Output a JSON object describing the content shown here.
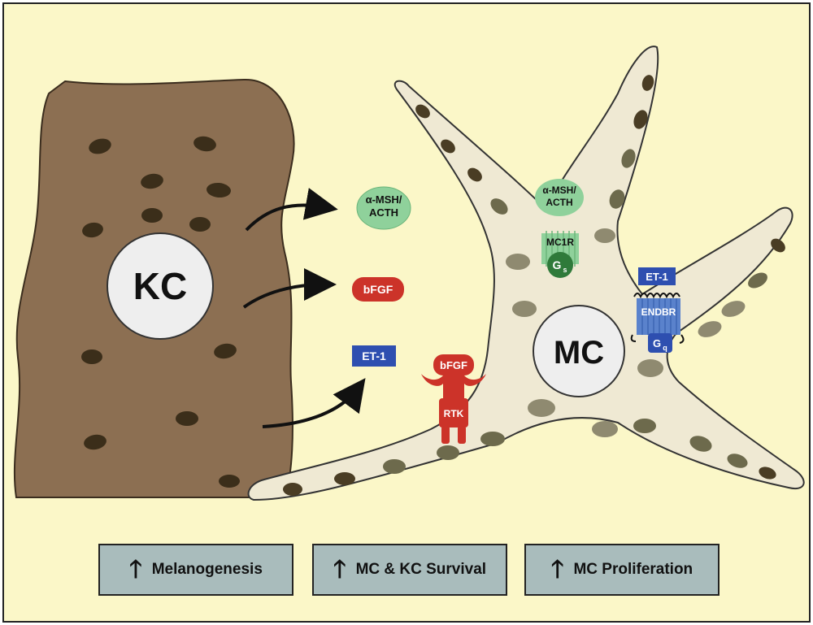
{
  "cells": {
    "keratinocyte": {
      "label": "KC",
      "color": "#8c6f52"
    },
    "melanocyte": {
      "label": "MC",
      "color": "#efe9d3"
    }
  },
  "secreted": {
    "msh": {
      "label_line1": "α-MSH/",
      "label_line2": "ACTH",
      "color": "#8fd19b"
    },
    "bfgf": {
      "label": "bFGF",
      "color": "#cc3329"
    },
    "et1": {
      "label": "ET-1",
      "color": "#2e4fb0"
    }
  },
  "receptors": {
    "mc1r": {
      "ligand_line1": "α-MSH/",
      "ligand_line2": "ACTH",
      "name": "MC1R",
      "g_protein": "G",
      "g_sub": "s",
      "color": "#8fd19b",
      "g_color": "#2f7a3a"
    },
    "rtk": {
      "ligand": "bFGF",
      "name": "RTK",
      "color": "#cc3329"
    },
    "endbr": {
      "ligand": "ET-1",
      "name": "ENDBR",
      "g_protein": "G",
      "g_sub": "q",
      "color": "#5a82cc",
      "ligand_color": "#2e4fb0"
    }
  },
  "outcomes": [
    {
      "arrow": "🡑",
      "label": "Melanogenesis"
    },
    {
      "arrow": "🡑",
      "label": "MC & KC Survival"
    },
    {
      "arrow": "🡑",
      "label": "MC Proliferation"
    }
  ],
  "colors": {
    "background": "#fbf7c8",
    "border": "#222222",
    "outcome_box": "#a9bcbc",
    "pigment": "#4a3d24"
  }
}
